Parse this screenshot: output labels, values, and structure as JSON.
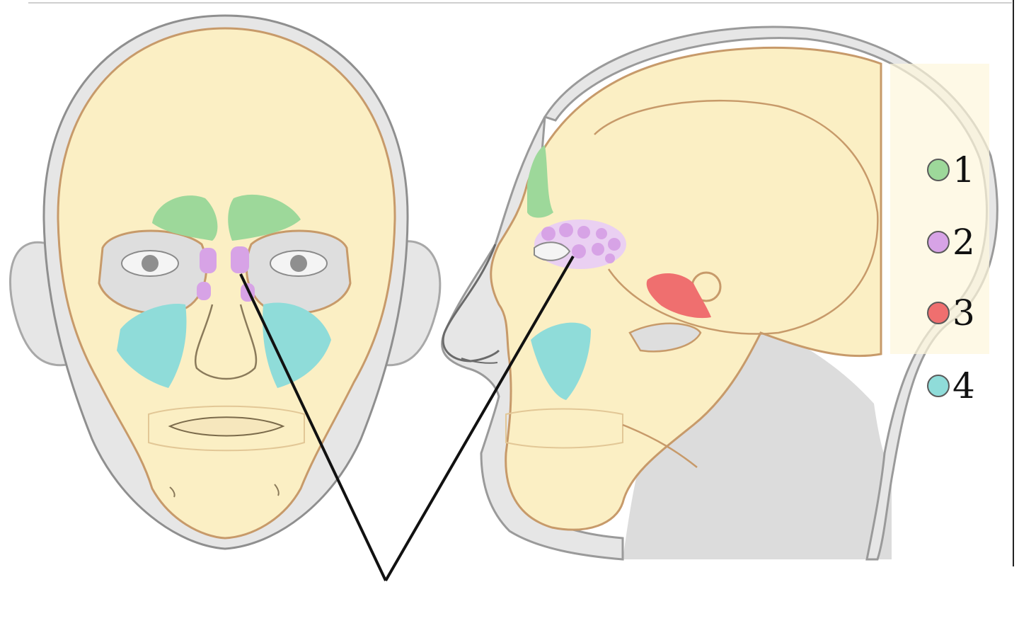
{
  "colors": {
    "bone": "#fbefc4",
    "bone_outline": "#c79a6a",
    "soft_tissue": "#e6e6e6",
    "soft_outline": "#a8a8a8",
    "frontal_sinus": "#9dd89a",
    "ethmoid_sinus": "#d7a3e6",
    "sphenoid_sinus": "#ef6f6f",
    "maxillary_sinus": "#8fdcd9",
    "pointer_line": "#111111"
  },
  "legend": [
    {
      "label": "1",
      "color": "#9dd89a",
      "icon": "green-circle-icon"
    },
    {
      "label": "2",
      "color": "#d7a3e6",
      "icon": "purple-circle-icon"
    },
    {
      "label": "3",
      "color": "#ef6f6f",
      "icon": "red-circle-icon"
    },
    {
      "label": "4",
      "color": "#8fdcd9",
      "icon": "cyan-circle-icon"
    }
  ]
}
